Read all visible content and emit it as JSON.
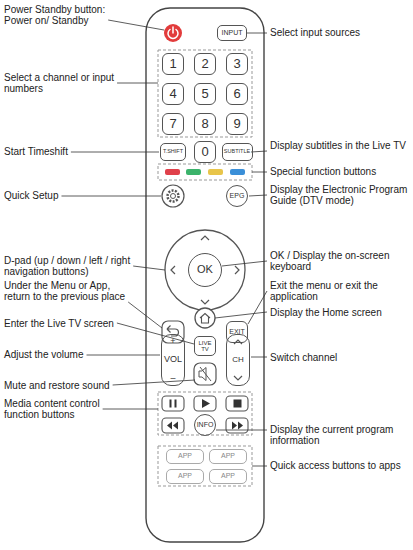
{
  "diagram": {
    "nodes": [
      {
        "text": [
          "INPUT"
        ]
      },
      {
        "text": [
          "1"
        ]
      },
      {
        "text": [
          "2"
        ]
      },
      {
        "text": [
          "3"
        ]
      },
      {
        "text": [
          "4"
        ]
      },
      {
        "text": [
          "5"
        ]
      },
      {
        "text": [
          "6"
        ]
      },
      {
        "text": [
          "7"
        ]
      },
      {
        "text": [
          "8"
        ]
      },
      {
        "text": [
          "9"
        ]
      },
      {
        "text": [
          "T.SHIFT"
        ]
      },
      {
        "text": [
          "0"
        ]
      },
      {
        "text": [
          "SUBTITLE"
        ]
      },
      {
        "text": [
          "EPG"
        ]
      },
      {
        "text": [
          "OK"
        ]
      },
      {
        "text": [
          "EXIT"
        ]
      },
      {
        "text": [
          "LIVE TV"
        ]
      },
      {
        "text": [
          "+",
          "VOL",
          "–"
        ]
      },
      {
        "text": [
          "CH"
        ]
      },
      {
        "text": [
          "INFO"
        ]
      },
      {
        "text": [
          "APP"
        ]
      },
      {
        "text": [
          "APP"
        ]
      },
      {
        "text": [
          "APP"
        ]
      },
      {
        "text": [
          "APP"
        ]
      }
    ],
    "labels": [
      "Power Standby button: Power on/ Standby",
      "Select input sources",
      "Select a channel or input numbers",
      "Start Timeshift",
      "Display subtitles in the Live TV",
      "Special function buttons",
      "Quick Setup",
      "Display the Electronic Program Guide (DTV mode)",
      "D-pad (up / down / left / right navigation buttons)",
      "OK / Display the on-screen keyboard",
      "Under the Menu or App, return to the previous place",
      "Exit the menu or exit the application",
      "Display the Home screen",
      "Enter the Live TV screen",
      "Adjust the volume",
      "Switch channel",
      "Mute and restore sound",
      "Media content control function buttons",
      "Display the current program information",
      "Quick access buttons to apps"
    ]
  }
}
